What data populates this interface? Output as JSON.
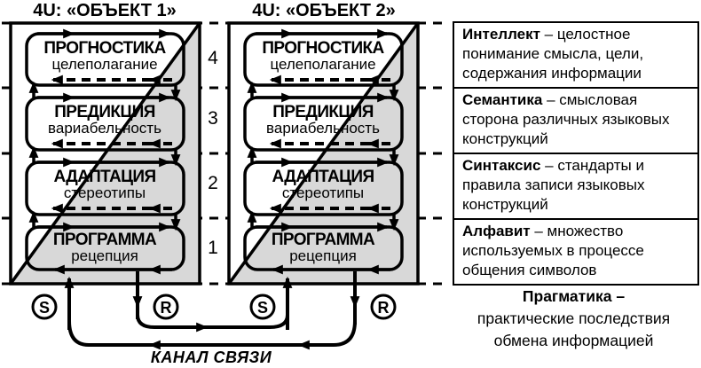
{
  "objects": [
    {
      "title": "4U: «ОБЪЕКТ 1»"
    },
    {
      "title": "4U: «ОБЪЕКТ 2»"
    }
  ],
  "levels": [
    {
      "num": "4",
      "title": "ПРОГНОСТИКА",
      "subtitle": "целеполагание"
    },
    {
      "num": "3",
      "title": "ПРЕДИКЦИЯ",
      "subtitle": "вариабельность"
    },
    {
      "num": "2",
      "title": "АДАПТАЦИЯ",
      "subtitle": "стереотипы"
    },
    {
      "num": "1",
      "title": "ПРОГРАММА",
      "subtitle": "рецепция"
    }
  ],
  "channel": {
    "label": "КАНАЛ СВЯЗИ",
    "sender": "S",
    "receiver": "R"
  },
  "colors": {
    "ink": "#000000",
    "shade": "#d8d8d8",
    "background": "#ffffff"
  },
  "panel": {
    "rows": [
      {
        "term": "Интеллект",
        "definition": "– целостное понимание смысла, цели, содержания информации"
      },
      {
        "term": "Семантика",
        "definition": "– смысловая сторона различных языковых конструкций"
      },
      {
        "term": "Синтаксис",
        "definition": "– стандарты и правила записи языковых конструкций"
      },
      {
        "term": "Алфавит",
        "definition": "– множество используемых в процессе общения символов"
      }
    ]
  },
  "pragmatics": {
    "term_line": "Прагматика –",
    "lines": [
      "практические последствия",
      "обмена информацией"
    ]
  }
}
